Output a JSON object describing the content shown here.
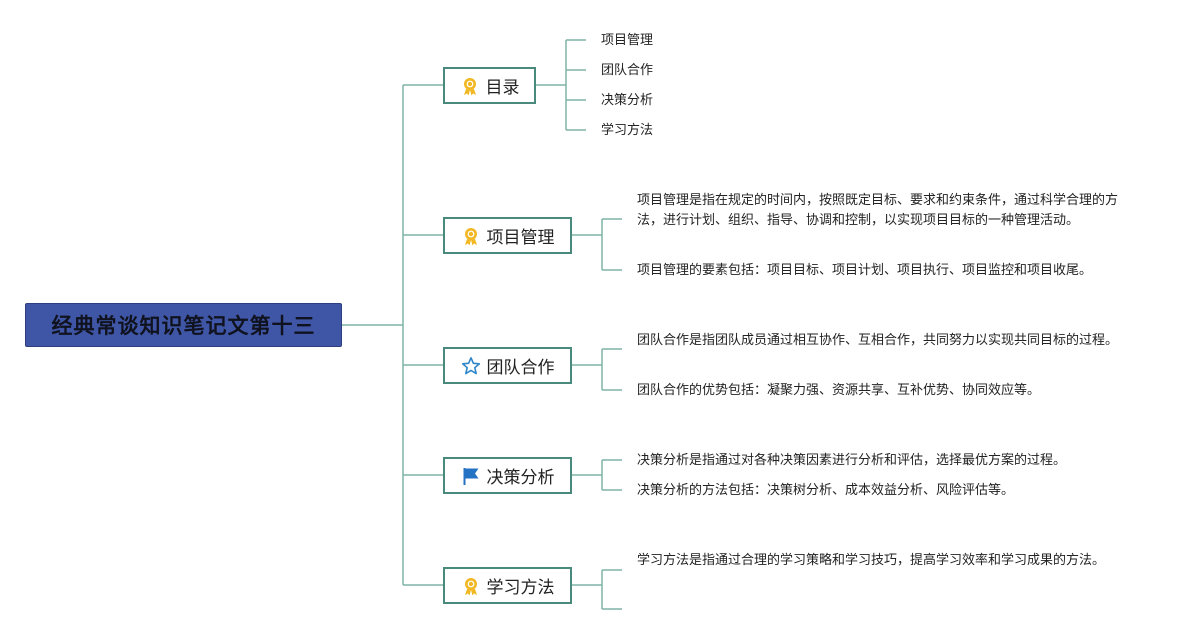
{
  "root": {
    "title": "经典常谈知识笔记文第十三"
  },
  "branches": [
    {
      "label": "目录",
      "icon": "award-ribbon-icon",
      "items": [
        "项目管理",
        "团队合作",
        "决策分析",
        "学习方法"
      ]
    },
    {
      "label": "项目管理",
      "icon": "award-ribbon-icon",
      "paragraphs": [
        "项目管理是指在规定的时间内，按照既定目标、要求和约束条件，通过科学合理的方法，进行计划、组织、指导、协调和控制，以实现项目目标的一种管理活动。",
        "项目管理的要素包括：项目目标、项目计划、项目执行、项目监控和项目收尾。"
      ]
    },
    {
      "label": "团队合作",
      "icon": "star-outline-icon",
      "paragraphs": [
        "团队合作是指团队成员通过相互协作、互相合作，共同努力以实现共同目标的过程。",
        "团队合作的优势包括：凝聚力强、资源共享、互补优势、协同效应等。"
      ]
    },
    {
      "label": "决策分析",
      "icon": "flag-icon",
      "paragraphs": [
        "决策分析是指通过对各种决策因素进行分析和评估，选择最优方案的过程。",
        "决策分析的方法包括：决策树分析、成本效益分析、风险评估等。"
      ]
    },
    {
      "label": "学习方法",
      "icon": "award-ribbon-icon",
      "paragraphs": [
        "学习方法是指通过合理的学习策略和学习技巧，提高学习效率和学习成果的方法。",
        ""
      ]
    }
  ],
  "colors": {
    "connector": "#7fb3a7",
    "node_border": "#4a8a7c",
    "root_fill": "#3f56a6",
    "award": "#f2b824",
    "star": "#2f86c9",
    "flag": "#2472c4"
  }
}
